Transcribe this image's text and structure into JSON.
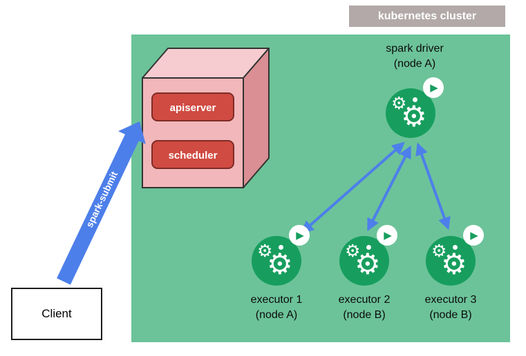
{
  "cluster": {
    "label": "kubernetes cluster"
  },
  "client": {
    "label": "Client"
  },
  "spark_submit": {
    "label": "spark-submit"
  },
  "control_plane": {
    "apiserver_label": "apiserver",
    "scheduler_label": "scheduler"
  },
  "driver": {
    "title": "spark driver",
    "node": "(node A)"
  },
  "executors": [
    {
      "title": "executor 1",
      "node": "(node A)"
    },
    {
      "title": "executor 2",
      "node": "(node B)"
    },
    {
      "title": "executor 3",
      "node": "(node B)"
    }
  ],
  "icons": {
    "gear": "⚙",
    "play": "▶"
  },
  "colors": {
    "cluster_bg": "#6cc399",
    "cluster_label_bg": "#b3a9a9",
    "arrow_blue": "#4d7fea",
    "icon_green": "#179e5e",
    "cube_front": "#f2b7ba",
    "cube_top": "#f6ccd0",
    "cube_side": "#d98f93",
    "cube_outline": "#333333",
    "box_red": "#d04b42",
    "box_red_border": "#7e2c26"
  }
}
